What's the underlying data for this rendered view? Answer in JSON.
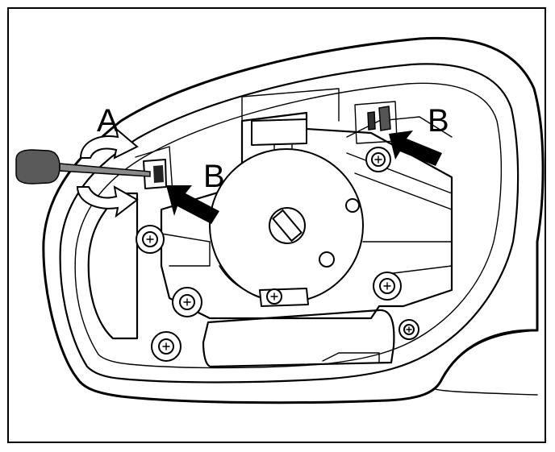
{
  "labels": {
    "a": "A",
    "b_left": "B",
    "b_right": "B"
  },
  "colors": {
    "line": "#000000",
    "background": "#ffffff",
    "tool_shaft": "#8a8a8a",
    "tool_handle": "#5a5a5a"
  },
  "icons": [
    "screwdriver-icon",
    "rotate-arrow-icon",
    "push-arrow-icon"
  ]
}
